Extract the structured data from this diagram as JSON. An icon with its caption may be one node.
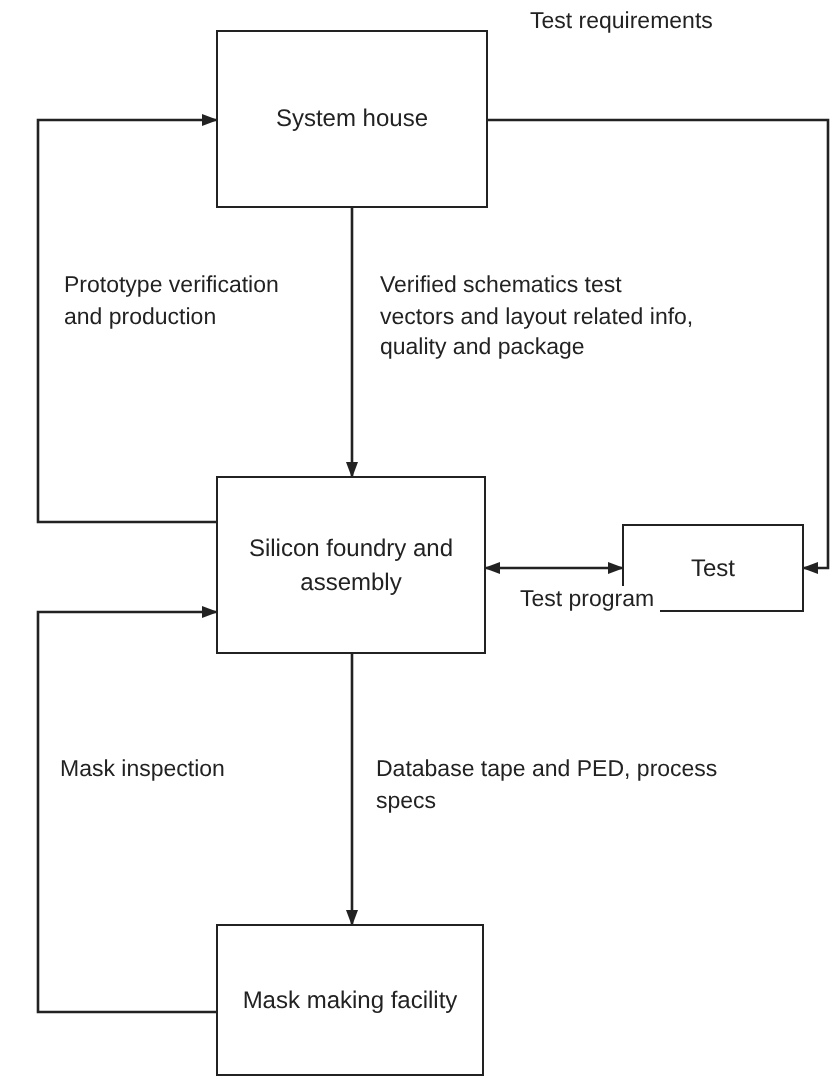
{
  "diagram": {
    "nodes": [
      {
        "text": [
          "System house"
        ]
      },
      {
        "text": [
          "Silicon foundry and assembly"
        ]
      },
      {
        "text": [
          "Test"
        ]
      },
      {
        "text": [
          "Mask making facility"
        ]
      }
    ],
    "edges": [
      {
        "from": 1,
        "to": 0,
        "arrow": "to",
        "label": "Prototype verification and production"
      },
      {
        "from": 0,
        "to": 1,
        "arrow": "to",
        "label": "Verified schematics test vectors and layout related info, quality and package"
      },
      {
        "from": 0,
        "to": 2,
        "arrow": "to",
        "label": "Test requirements"
      },
      {
        "from": 1,
        "to": 2,
        "arrow": "both",
        "label": "Test program"
      },
      {
        "from": 3,
        "to": 1,
        "arrow": "to",
        "label": "Mask inspection"
      },
      {
        "from": 1,
        "to": 3,
        "arrow": "to",
        "label": "Database tape and PED, process specs"
      }
    ]
  }
}
